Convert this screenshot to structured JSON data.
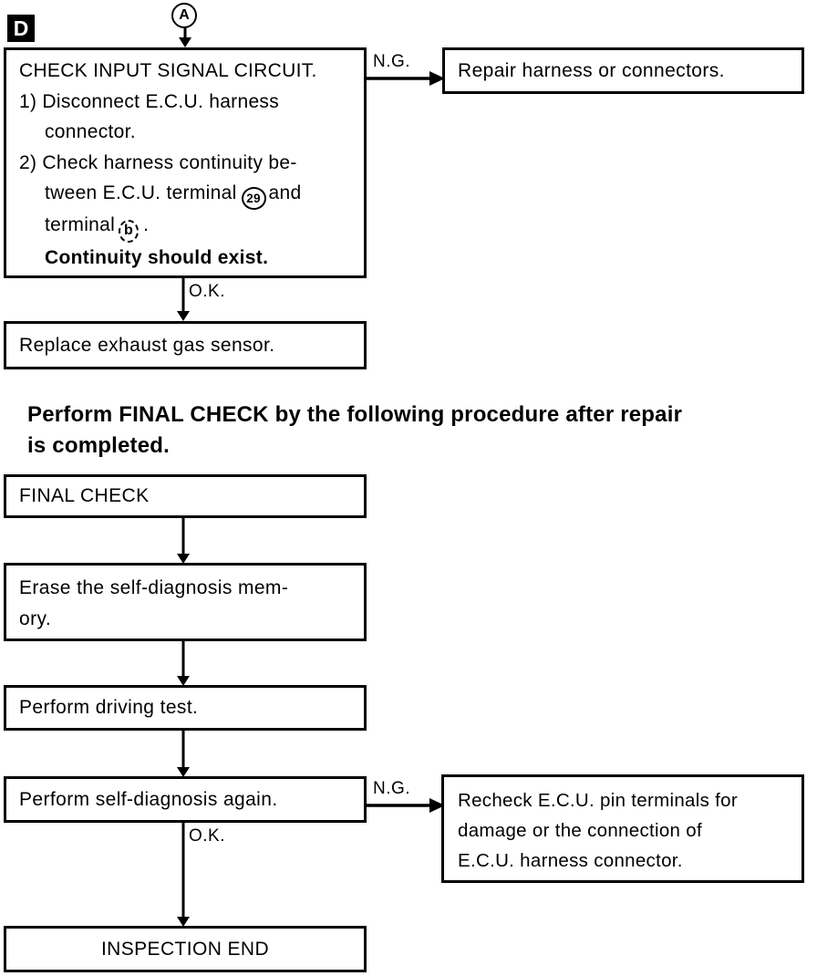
{
  "colors": {
    "ink": "#000000",
    "paper": "#ffffff"
  },
  "labels": {
    "section": "D",
    "connector": "A",
    "ng1": "N.G.",
    "ok1": "O.K.",
    "ng2": "N.G.",
    "ok2": "O.K."
  },
  "check_box": {
    "title": "CHECK INPUT SIGNAL CIRCUIT.",
    "item1_num": "1)",
    "item1_line1": "Disconnect E.C.U. harness",
    "item1_line2": "connector.",
    "item2_num": "2)",
    "item2_line1": "Check harness continuity be-",
    "item2_line2_pre": "tween E.C.U. terminal",
    "item2_terminal1": "29",
    "item2_line2_post": "and",
    "item2_line3_pre": "terminal",
    "item2_terminal2": "b",
    "item2_line3_post": ".",
    "note": "Continuity should exist."
  },
  "boxes": {
    "repair": "Repair harness or connectors.",
    "replace": "Replace exhaust gas sensor.",
    "final_check": "FINAL CHECK",
    "erase_line1": "Erase the self-diagnosis mem-",
    "erase_line2": "ory.",
    "driving": "Perform driving test.",
    "self_diag": "Perform self-diagnosis again.",
    "recheck_line1": "Recheck E.C.U. pin terminals for",
    "recheck_line2": "damage or the connection of",
    "recheck_line3": "E.C.U. harness connector.",
    "inspection_end": "INSPECTION END"
  },
  "heading": {
    "line1": "Perform FINAL CHECK by the following procedure after repair",
    "line2": "is completed."
  }
}
